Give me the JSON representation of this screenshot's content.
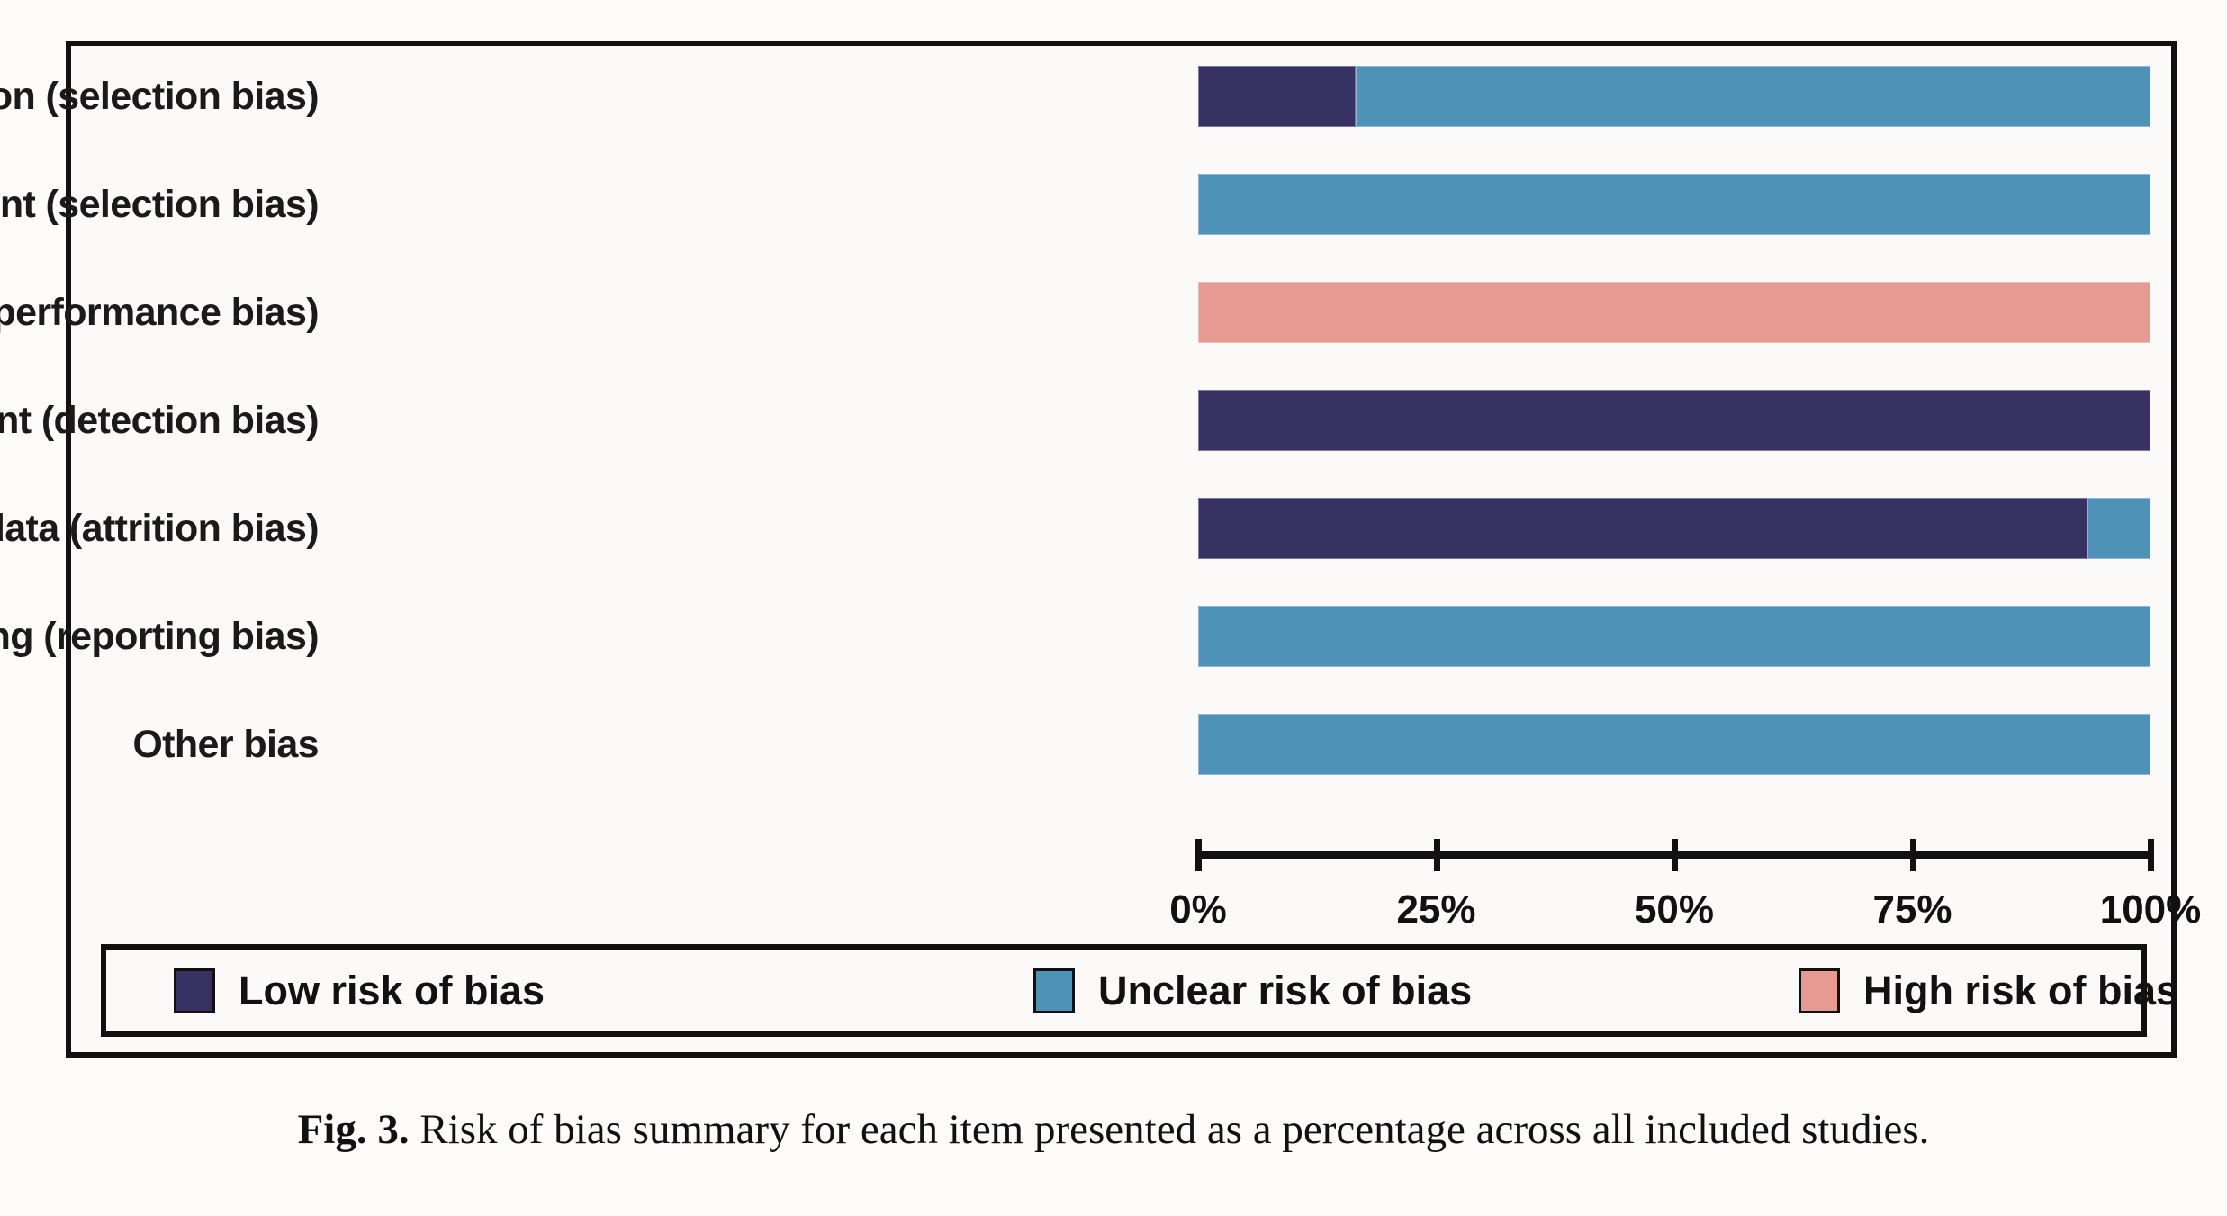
{
  "chart_data": {
    "type": "bar",
    "orientation": "horizontal",
    "stacked": true,
    "normalized_percent": true,
    "title": "",
    "xlabel": "",
    "ylabel": "",
    "xlim": [
      0,
      100
    ],
    "xticks": [
      0,
      25,
      50,
      75,
      100
    ],
    "xtick_labels": [
      "0%",
      "25%",
      "50%",
      "75%",
      "100%"
    ],
    "grid": false,
    "legend_position": "bottom",
    "categories": [
      "Random sequence generation (selection bias)",
      "Allocation concealment (selection bias)",
      "Blinding of participants and personnel (performance bias)",
      "Blinding of outcome assessment (detection bias)",
      "Incomplete outcome data (attrition bias)",
      "Selective reporting (reporting bias)",
      "Other bias"
    ],
    "series": [
      {
        "name": "Low risk of bias",
        "color": "#383262",
        "values": [
          16.5,
          0,
          0,
          100,
          93.4,
          0,
          0
        ]
      },
      {
        "name": "Unclear risk of bias",
        "color": "#4f92b8",
        "values": [
          83.5,
          100,
          0,
          0,
          6.6,
          100,
          100
        ]
      },
      {
        "name": "High risk of bias",
        "color": "#e79a92",
        "values": [
          0,
          0,
          100,
          0,
          0,
          0,
          0
        ]
      }
    ]
  },
  "legend": {
    "items": [
      {
        "label": "Low risk of bias",
        "color": "#383262"
      },
      {
        "label": "Unclear risk of bias",
        "color": "#4f92b8"
      },
      {
        "label": "High risk of bias",
        "color": "#e79a92"
      }
    ]
  },
  "caption": {
    "figure_number": "Fig. 3.",
    "text": "Risk of bias summary for each item presented as a percentage across all included studies."
  }
}
